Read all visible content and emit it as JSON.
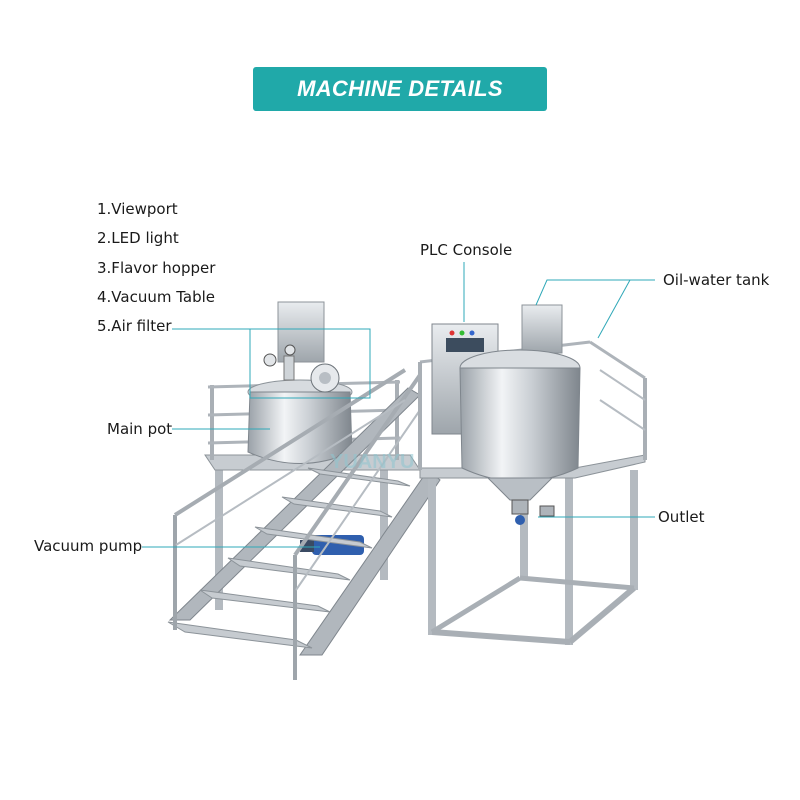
{
  "banner": {
    "title": "MACHINE DETAILS",
    "color": "#20a9a9"
  },
  "parts_list": [
    "1.Viewport",
    "2.LED light",
    "3.Flavor hopper",
    "4.Vacuum Table",
    "5.Air filter"
  ],
  "callouts": {
    "plc_console": "PLC Console",
    "oil_water_tank": "Oil-water tank",
    "main_pot": "Main pot",
    "vacuum_pump": "Vacuum pump",
    "outlet": "Outlet"
  },
  "leader_line_color": "#2fa8b8",
  "watermark": "YUANYU"
}
